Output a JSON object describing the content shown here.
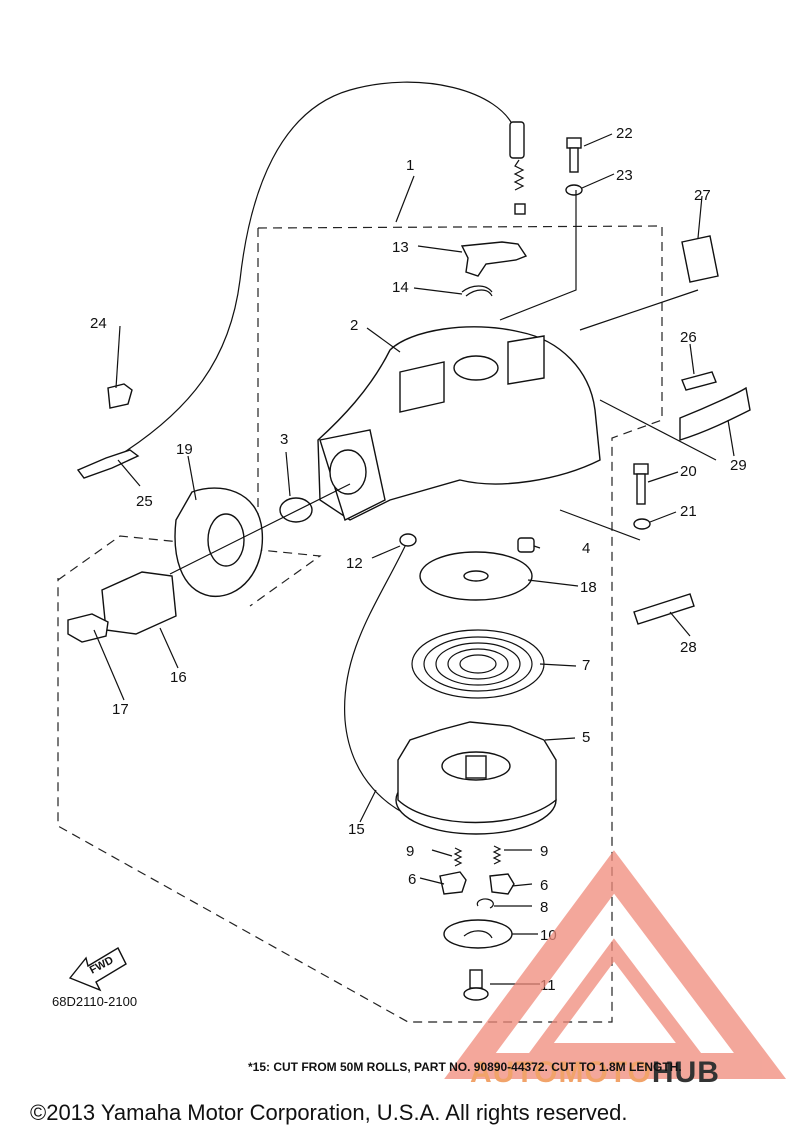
{
  "diagram": {
    "code": "68D2110-2100",
    "fwd_label": "FWD",
    "callouts": [
      {
        "id": "c1",
        "text": "1"
      },
      {
        "id": "c2",
        "text": "2"
      },
      {
        "id": "c3",
        "text": "3"
      },
      {
        "id": "c4",
        "text": "4"
      },
      {
        "id": "c5",
        "text": "5"
      },
      {
        "id": "c6a",
        "text": "6"
      },
      {
        "id": "c6b",
        "text": "6"
      },
      {
        "id": "c7",
        "text": "7"
      },
      {
        "id": "c8",
        "text": "8"
      },
      {
        "id": "c9a",
        "text": "9"
      },
      {
        "id": "c9b",
        "text": "9"
      },
      {
        "id": "c10",
        "text": "10"
      },
      {
        "id": "c11",
        "text": "11"
      },
      {
        "id": "c12",
        "text": "12"
      },
      {
        "id": "c13",
        "text": "13"
      },
      {
        "id": "c14",
        "text": "14"
      },
      {
        "id": "c15",
        "text": "15"
      },
      {
        "id": "c16",
        "text": "16"
      },
      {
        "id": "c17",
        "text": "17"
      },
      {
        "id": "c18",
        "text": "18"
      },
      {
        "id": "c19",
        "text": "19"
      },
      {
        "id": "c20",
        "text": "20"
      },
      {
        "id": "c21",
        "text": "21"
      },
      {
        "id": "c22",
        "text": "22"
      },
      {
        "id": "c23",
        "text": "23"
      },
      {
        "id": "c24",
        "text": "24"
      },
      {
        "id": "c25",
        "text": "25"
      },
      {
        "id": "c26",
        "text": "26"
      },
      {
        "id": "c27",
        "text": "27"
      },
      {
        "id": "c28",
        "text": "28"
      },
      {
        "id": "c29",
        "text": "29"
      }
    ]
  },
  "footnote": "*15:  CUT FROM 50M ROLLS, PART NO. 90890-44372. CUT TO 1.8M LENGTH.",
  "copyright": "©2013 Yamaha Motor Corporation, U.S.A. All rights reserved.",
  "watermark": {
    "part1": "AUTOMOTO",
    "part2": "HUB",
    "color": "#f08a7a"
  }
}
